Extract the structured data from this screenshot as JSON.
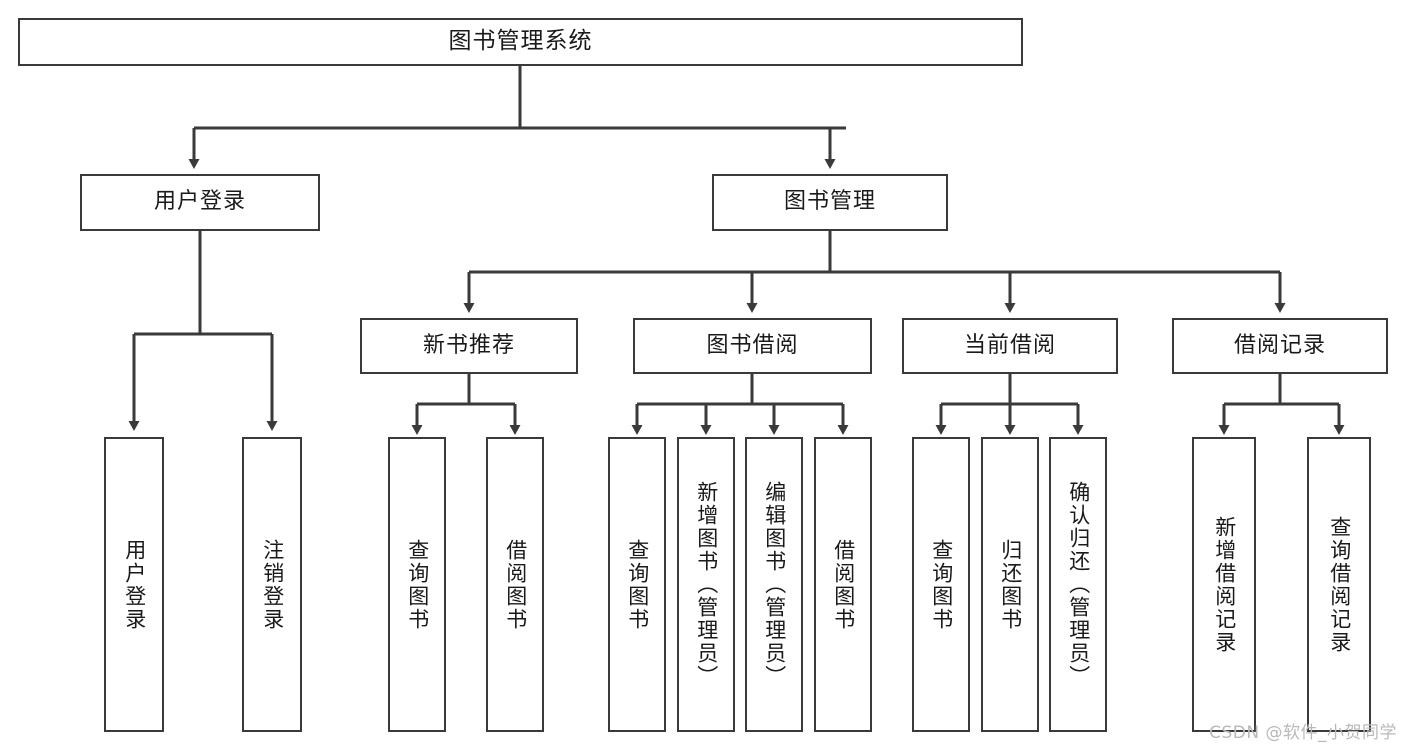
{
  "diagram": {
    "title": "图书管理系统",
    "type": "hierarchy-tree",
    "watermark": "CSDN @软件_小贺同学",
    "colors": {
      "box_border": "#3a3a3a",
      "box_fill": "#ffffff",
      "connector": "#3a3a3a",
      "text": "#1a1a1a",
      "watermark": "#b9b9b9",
      "background": "#ffffff"
    },
    "root": {
      "label": "图书管理系统"
    },
    "level1": [
      {
        "id": "user-login",
        "label": "用户登录"
      },
      {
        "id": "book-management",
        "label": "图书管理"
      }
    ],
    "level2": [
      {
        "id": "new-book-recommend",
        "label": "新书推荐",
        "parent": "book-management"
      },
      {
        "id": "book-borrow",
        "label": "图书借阅",
        "parent": "book-management"
      },
      {
        "id": "current-borrow",
        "label": "当前借阅",
        "parent": "book-management"
      },
      {
        "id": "borrow-record",
        "label": "借阅记录",
        "parent": "book-management"
      }
    ],
    "leaves": [
      {
        "id": "leaf-user-login",
        "label": "用户登录",
        "parent": "user-login"
      },
      {
        "id": "leaf-logout",
        "label": "注销登录",
        "parent": "user-login"
      },
      {
        "id": "leaf-query-book-1",
        "label": "查询图书",
        "parent": "new-book-recommend"
      },
      {
        "id": "leaf-borrow-book-1",
        "label": "借阅图书",
        "parent": "new-book-recommend"
      },
      {
        "id": "leaf-query-book-2",
        "label": "查询图书",
        "parent": "book-borrow"
      },
      {
        "id": "leaf-add-book",
        "label": "新增图书（管理员）",
        "parent": "book-borrow"
      },
      {
        "id": "leaf-edit-book",
        "label": "编辑图书（管理员）",
        "parent": "book-borrow"
      },
      {
        "id": "leaf-borrow-book-2",
        "label": "借阅图书",
        "parent": "book-borrow"
      },
      {
        "id": "leaf-query-book-3",
        "label": "查询图书",
        "parent": "current-borrow"
      },
      {
        "id": "leaf-return-book",
        "label": "归还图书",
        "parent": "current-borrow"
      },
      {
        "id": "leaf-confirm-return",
        "label": "确认归还（管理员）",
        "parent": "current-borrow"
      },
      {
        "id": "leaf-add-record",
        "label": "新增借阅记录",
        "parent": "borrow-record"
      },
      {
        "id": "leaf-query-record",
        "label": "查询借阅记录",
        "parent": "borrow-record"
      }
    ]
  }
}
